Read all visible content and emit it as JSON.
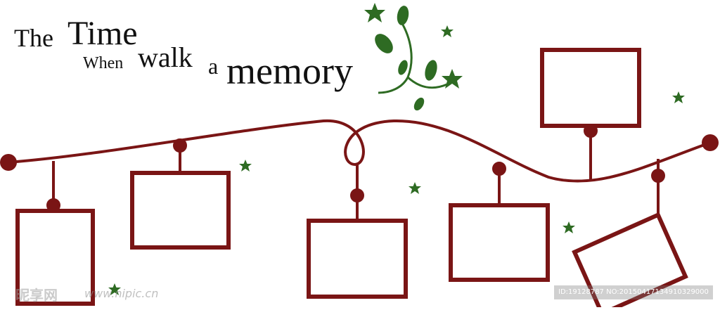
{
  "title": {
    "line1_word1": "The",
    "line1_word2": "Time",
    "line2_word1": "When",
    "line2_word2": "walk",
    "line2_word3": "a",
    "line2_word4": "memory"
  },
  "watermark": {
    "logo_text": "昵享网",
    "url_text": "www.nipic.cn",
    "id_text": "ID:19128787 NO:20150417134910329000"
  },
  "colors": {
    "frame": "#7a1515",
    "leaf": "#2e6b23",
    "text": "#111111"
  }
}
